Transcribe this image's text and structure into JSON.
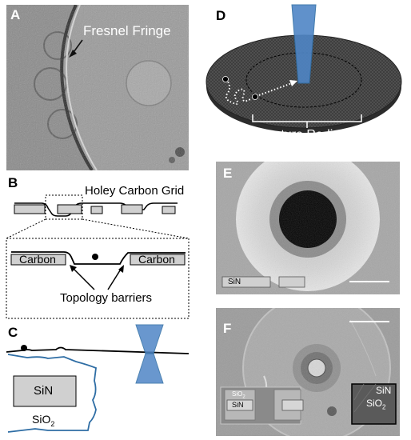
{
  "panels": {
    "a": {
      "letter": "A",
      "annotation": "Fresnel Fringe"
    },
    "b": {
      "letter": "B",
      "grid_label": "Holey Carbon Grid",
      "carbon_left": "Carbon",
      "carbon_right": "Carbon",
      "barrier_label": "Topology barriers"
    },
    "c": {
      "letter": "C",
      "sin_label": "SiN",
      "sio2_label": "SiO",
      "sio2_sub": "2"
    },
    "d": {
      "letter": "D",
      "capture_label": "Capture Radius"
    },
    "e": {
      "letter": "E",
      "sin_label": "SiN"
    },
    "f": {
      "letter": "F",
      "inset_sio2": "SiO",
      "inset_sio2_sub": "2",
      "inset_sin": "SiN",
      "inset_right_sin": "SiN",
      "inset_right_sio2": "SiO",
      "inset_right_sio2_sub": "2"
    }
  },
  "colors": {
    "sio2_outline": "#2e6da4",
    "beam_fill": "#4f86c6",
    "disk_dark": "#3c3c3c",
    "carbon_fill": "#d0d0d0"
  }
}
